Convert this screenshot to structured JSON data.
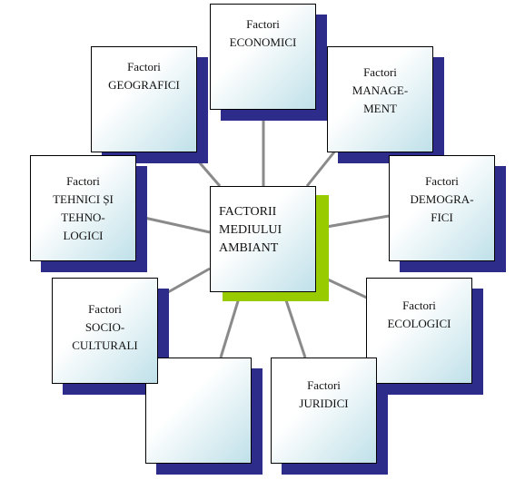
{
  "center": {
    "lines": [
      "FACTORII",
      "MEDIULUI",
      "AMBIANT"
    ]
  },
  "factors": [
    {
      "id": "economici",
      "lines": [
        "Factori",
        "ECONOMICI"
      ]
    },
    {
      "id": "management",
      "lines": [
        "Factori",
        "MANAGE-",
        "MENT"
      ]
    },
    {
      "id": "demografici",
      "lines": [
        "Factori",
        "DEMOGRA-",
        "FICI"
      ]
    },
    {
      "id": "ecologici",
      "lines": [
        "Factori",
        "ECOLOGICI"
      ]
    },
    {
      "id": "juridici",
      "lines": [
        "Factori",
        "JURIDICI"
      ]
    },
    {
      "id": "empty",
      "lines": []
    },
    {
      "id": "socioculturali",
      "lines": [
        "Factori",
        "SOCIO-",
        "CULTURALI"
      ]
    },
    {
      "id": "tehnici",
      "lines": [
        "Factori",
        "TEHNICI ȘI",
        "TEHNO-",
        "LOGICI"
      ]
    },
    {
      "id": "geografici",
      "lines": [
        "Factori",
        "GEOGRAFICI"
      ]
    }
  ],
  "colors": {
    "box_shadow": "#2e2c8a",
    "center_shadow": "#99cc00",
    "connector": "#8a8a8a"
  }
}
